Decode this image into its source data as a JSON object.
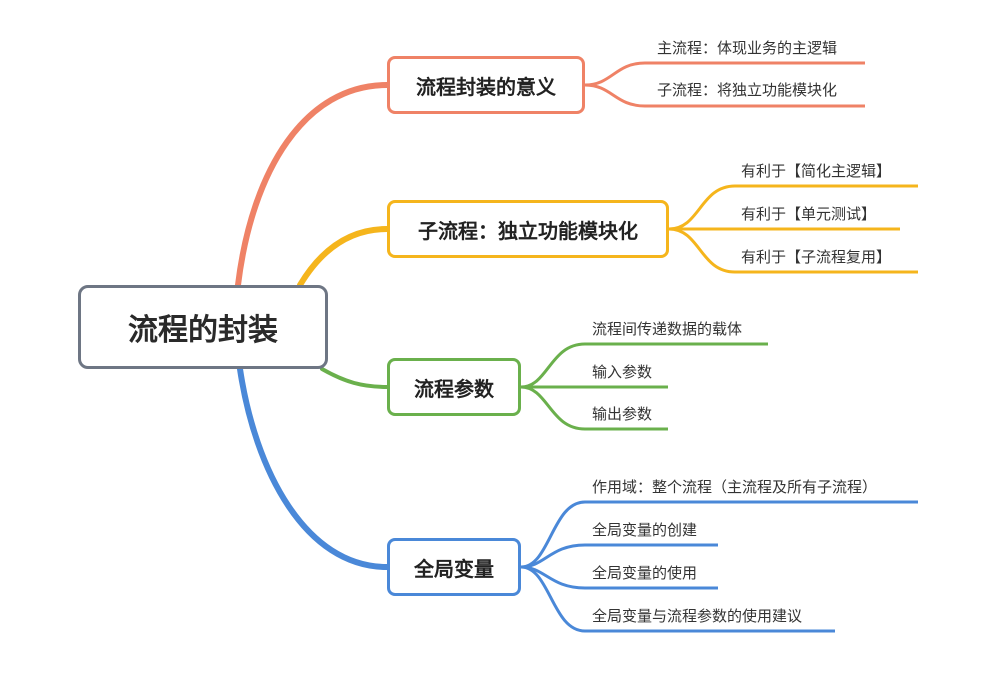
{
  "root": {
    "label": "流程的封装"
  },
  "branches": [
    {
      "label": "流程封装的意义",
      "color": "#ef8266",
      "children": [
        "主流程：体现业务的主逻辑",
        "子流程：将独立功能模块化"
      ]
    },
    {
      "label": "子流程：独立功能模块化",
      "color": "#f5b51c",
      "children": [
        "有利于【简化主逻辑】",
        "有利于【单元测试】",
        "有利于【子流程复用】"
      ]
    },
    {
      "label": "流程参数",
      "color": "#6ab04c",
      "children": [
        "流程间传递数据的载体",
        "输入参数",
        "输出参数"
      ]
    },
    {
      "label": "全局变量",
      "color": "#4a88d8",
      "children": [
        "作用域：整个流程（主流程及所有子流程）",
        "全局变量的创建",
        "全局变量的使用",
        "全局变量与流程参数的使用建议"
      ]
    }
  ]
}
